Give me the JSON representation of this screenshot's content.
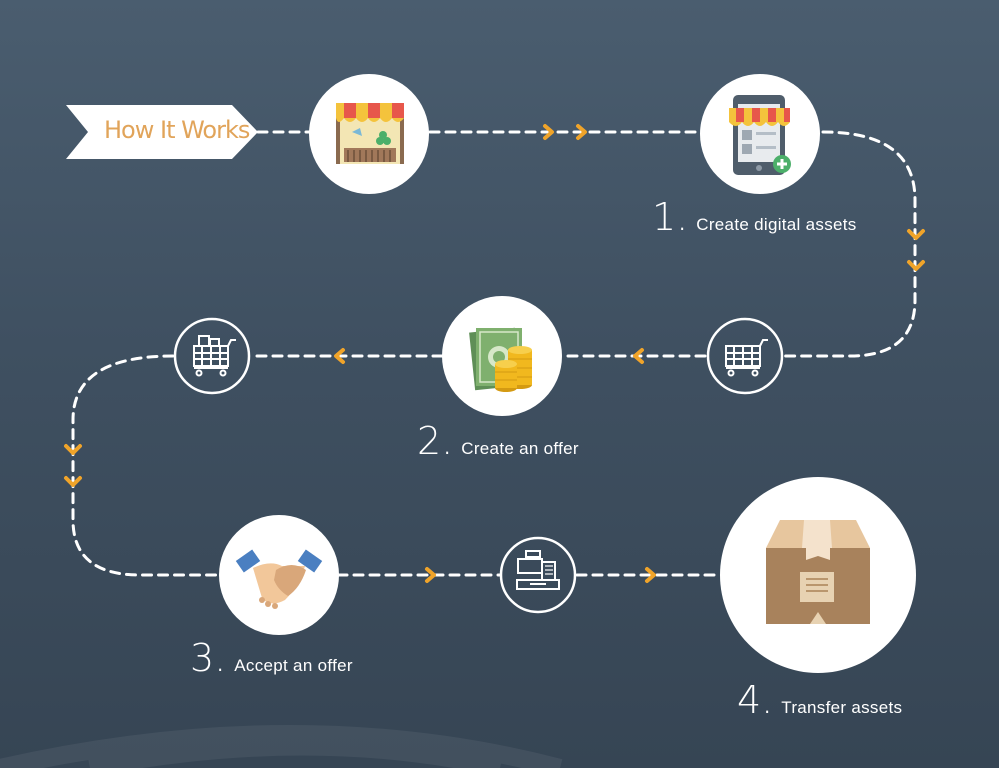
{
  "header": {
    "title": "How It Works"
  },
  "steps": [
    {
      "number": "1.",
      "label": "Create digital assets",
      "icon": "mobile-store-icon"
    },
    {
      "number": "2.",
      "label": "Create an offer",
      "icon": "money-coins-icon"
    },
    {
      "number": "3.",
      "label": "Accept an offer",
      "icon": "handshake-icon"
    },
    {
      "number": "4.",
      "label": "Transfer assets",
      "icon": "package-box-icon"
    }
  ],
  "colors": {
    "background": "#45576a",
    "connector": "#ffffff",
    "arrow": "#f0a42a",
    "banner_text": "#e1a45a",
    "circle_fill": "#ffffff"
  }
}
